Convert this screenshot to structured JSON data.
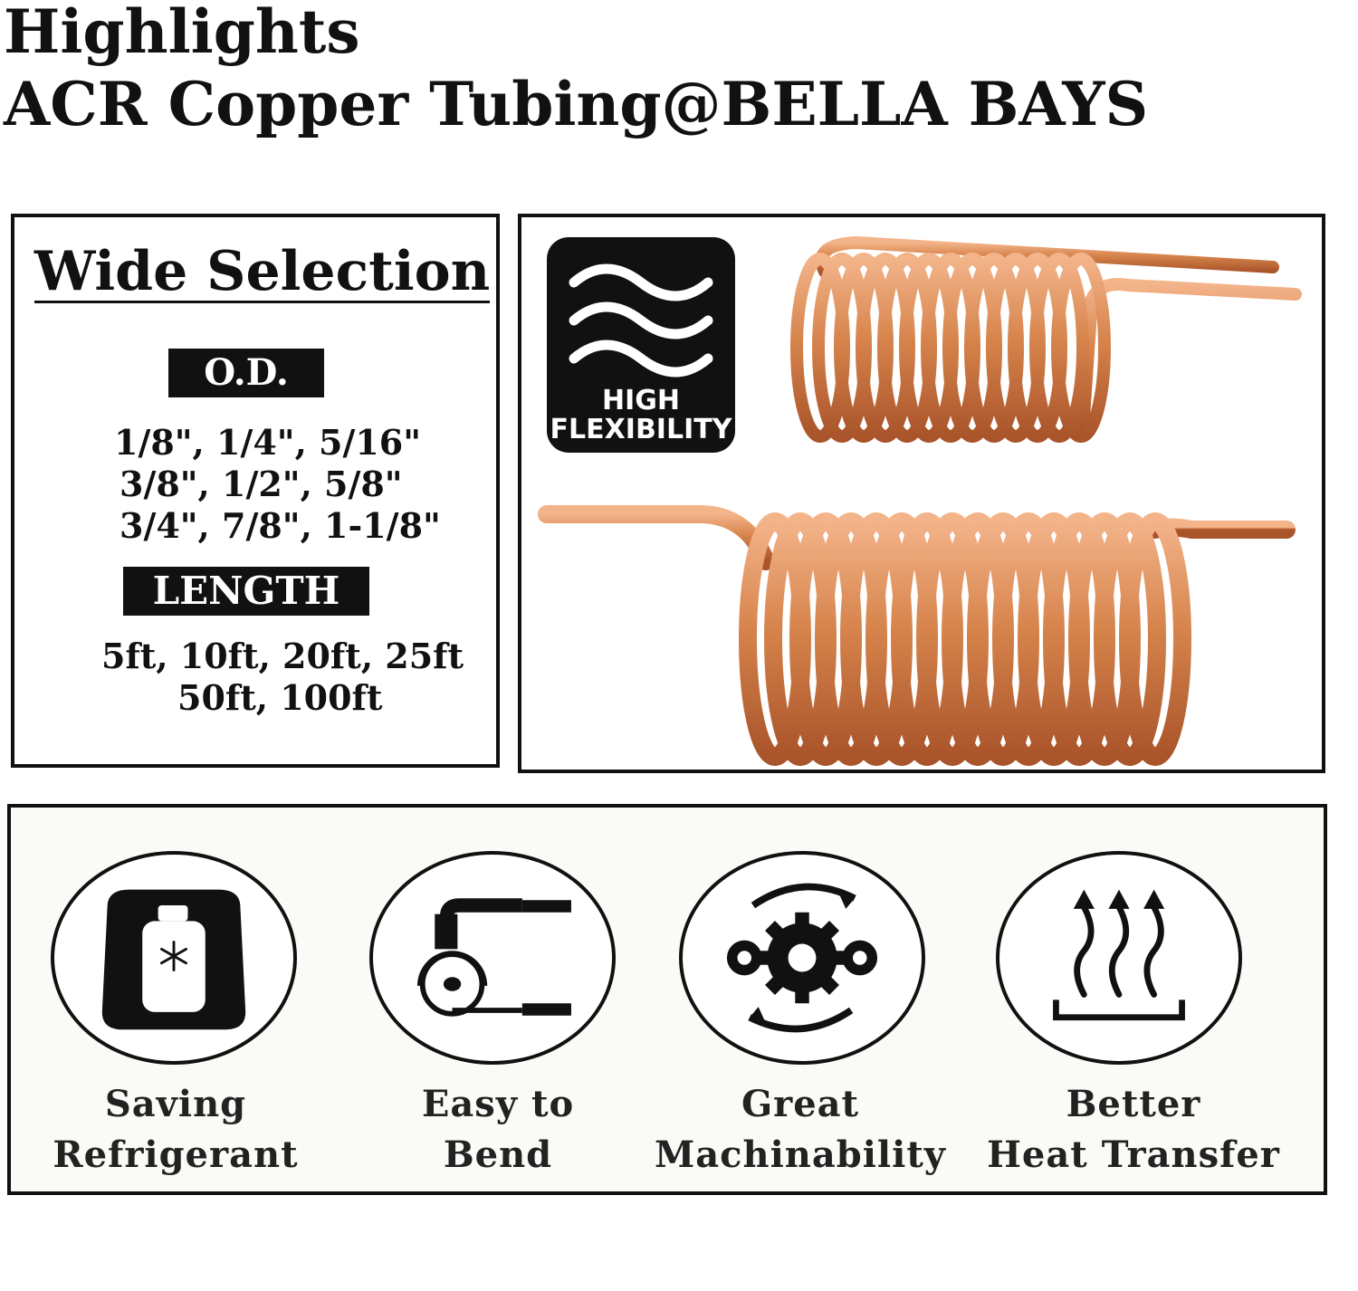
{
  "header": {
    "title_line1": "Highlights",
    "title_line2": "ACR Copper Tubing@BELLA BAYS"
  },
  "selection": {
    "title": "Wide Selection",
    "od_label": "O.D.",
    "od_lines": [
      "1/8\", 1/4\", 5/16\"",
      "3/8\", 1/2\", 5/8\"",
      "3/4\", 7/8\", 1-1/8\""
    ],
    "length_label": "LENGTH",
    "length_lines": [
      "5ft, 10ft, 20ft, 25ft",
      "50ft, 100ft"
    ]
  },
  "product": {
    "badge_line1": "HIGH",
    "badge_line2": "FLEXIBILITY",
    "badge_icon": "waves-icon",
    "copper_color": "#d7844c"
  },
  "features": [
    {
      "icon": "refrigerant-tank-icon",
      "line1": "Saving",
      "line2": "Refrigerant"
    },
    {
      "icon": "tube-bender-icon",
      "line1": "Easy to",
      "line2": "Bend"
    },
    {
      "icon": "gears-cycle-icon",
      "line1": "Great",
      "line2": "Machinability"
    },
    {
      "icon": "heat-rising-icon",
      "line1": "Better",
      "line2": "Heat Transfer"
    }
  ]
}
